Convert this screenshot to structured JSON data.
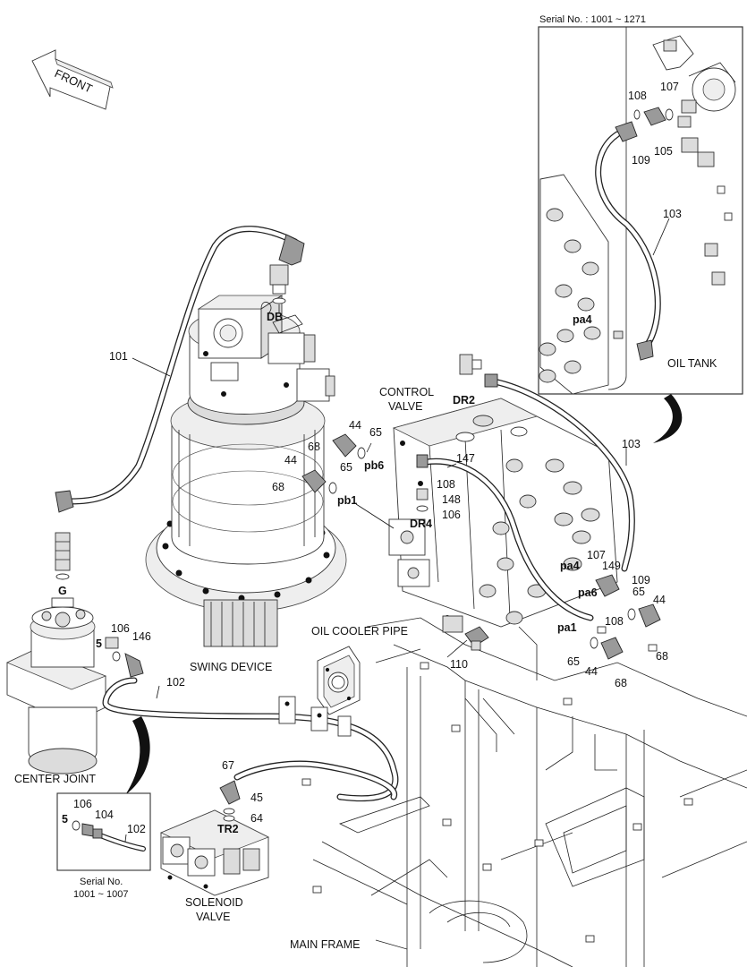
{
  "inset_top": {
    "serial": "Serial No. : 1001 ~ 1271",
    "oil_tank": "OIL TANK",
    "parts": {
      "p108": "108",
      "p107": "107",
      "p109": "109",
      "p105": "105",
      "p103": "103",
      "pa4": "pa4"
    }
  },
  "inset_bottom": {
    "serial_line1": "Serial No.",
    "serial_line2": "1001 ~ 1007",
    "parts": {
      "p106": "106",
      "p104": "104",
      "p5": "5",
      "p102": "102"
    }
  },
  "front_label": "FRONT",
  "captions": {
    "control_valve_1": "CONTROL",
    "control_valve_2": "VALVE",
    "oil_cooler_pipe": "OIL COOLER PIPE",
    "swing_device": "SWING DEVICE",
    "center_joint": "CENTER JOINT",
    "solenoid_1": "SOLENOID",
    "solenoid_2": "VALVE",
    "main_frame": "MAIN FRAME"
  },
  "ports": {
    "DB": "DB",
    "DR2": "DR2",
    "DR4": "DR4",
    "G": "G",
    "TR2": "TR2",
    "pb6": "pb6",
    "pb1": "pb1",
    "pa4": "pa4",
    "pa6": "pa6",
    "pa1": "pa1"
  },
  "parts": {
    "p101": "101",
    "p102": "102",
    "p103": "103",
    "p110": "110",
    "p147": "147",
    "p148": "148",
    "p149": "149",
    "p146": "146",
    "p106a": "106",
    "p106b": "106",
    "p108a": "108",
    "p108b": "108",
    "p107": "107",
    "p109": "109",
    "p44a": "44",
    "p44b": "44",
    "p44c": "44",
    "p44d": "44",
    "p65a": "65",
    "p65b": "65",
    "p65c": "65",
    "p65d": "65",
    "p68a": "68",
    "p68b": "68",
    "p68c": "68",
    "p68d": "68",
    "p5": "5",
    "p67": "67",
    "p45": "45",
    "p64": "64"
  }
}
